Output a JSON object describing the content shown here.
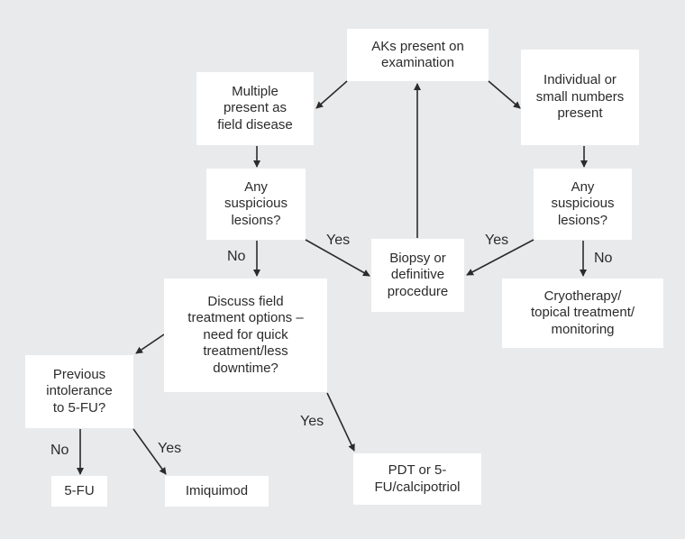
{
  "diagram": {
    "type": "flowchart",
    "colors": {
      "background": "#e9eaec",
      "node_fill": "#ffffff",
      "text": "#2b2b2b",
      "edge": "#2b2b2b"
    },
    "nodes": {
      "aks": "AKs present on\nexamination",
      "multiple": "Multiple\npresent as\nfield disease",
      "individual": "Individual or\nsmall numbers\npresent",
      "susp_left": "Any\nsuspicious\nlesions?",
      "susp_right": "Any\nsuspicious\nlesions?",
      "biopsy": "Biopsy or\ndefinitive\nprocedure",
      "cryo": "Cryotherapy/\ntopical treatment/\nmonitoring",
      "discuss": "Discuss field\ntreatment options –\nneed for quick\ntreatment/less\ndowntime?",
      "previous": "Previous\nintolerance\nto 5-FU?",
      "fu5": "5-FU",
      "imiquimod": "Imiquimod",
      "pdt": "PDT or 5-\nFU/calcipotriol"
    },
    "edge_labels": {
      "yes_left": "Yes",
      "no_left": "No",
      "yes_right": "Yes",
      "no_right": "No",
      "yes_pdt": "Yes",
      "no_5fu": "No",
      "yes_imiq": "Yes"
    },
    "edges": [
      {
        "from": "aks",
        "to": "multiple",
        "label": ""
      },
      {
        "from": "aks",
        "to": "individual",
        "label": ""
      },
      {
        "from": "multiple",
        "to": "susp_left",
        "label": ""
      },
      {
        "from": "individual",
        "to": "susp_right",
        "label": ""
      },
      {
        "from": "susp_left",
        "to": "biopsy",
        "label": "Yes"
      },
      {
        "from": "susp_left",
        "to": "discuss",
        "label": "No"
      },
      {
        "from": "susp_right",
        "to": "biopsy",
        "label": "Yes"
      },
      {
        "from": "susp_right",
        "to": "cryo",
        "label": "No"
      },
      {
        "from": "biopsy",
        "to": "aks",
        "label": ""
      },
      {
        "from": "discuss",
        "to": "previous",
        "label": ""
      },
      {
        "from": "discuss",
        "to": "pdt",
        "label": "Yes"
      },
      {
        "from": "previous",
        "to": "fu5",
        "label": "No"
      },
      {
        "from": "previous",
        "to": "imiquimod",
        "label": "Yes"
      }
    ]
  }
}
